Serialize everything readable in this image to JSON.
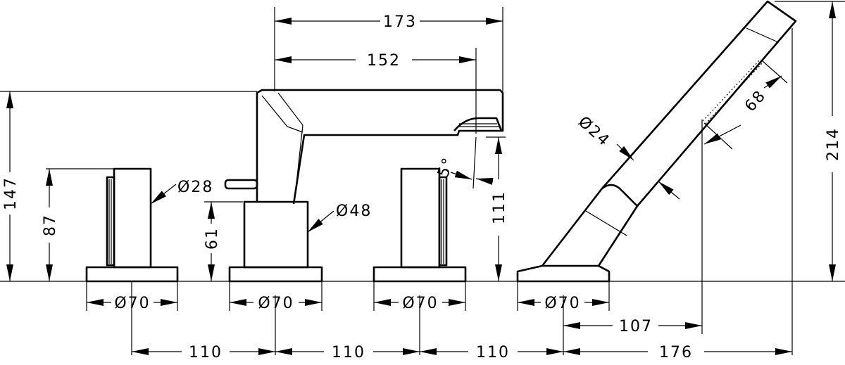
{
  "dimensions": {
    "spout_overall_length": "173",
    "spout_reach": "152",
    "height_overall": "147",
    "valve_height": "87",
    "spout_body_height": "61",
    "spout_outlet_height": "111",
    "handshower_overall_height": "214",
    "handle_diameter": "Ø28",
    "spout_body_diameter": "Ø48",
    "handshower_diameter": "Ø24",
    "handshower_head_length": "68",
    "spout_outlet_angle": "5°",
    "base_diameter_1": "Ø70",
    "base_diameter_2": "Ø70",
    "base_diameter_3": "Ø70",
    "base_diameter_4": "Ø70",
    "handshower_offset": "107",
    "spacing_1": "110",
    "spacing_2": "110",
    "spacing_3": "110",
    "handshower_reach": "176"
  }
}
